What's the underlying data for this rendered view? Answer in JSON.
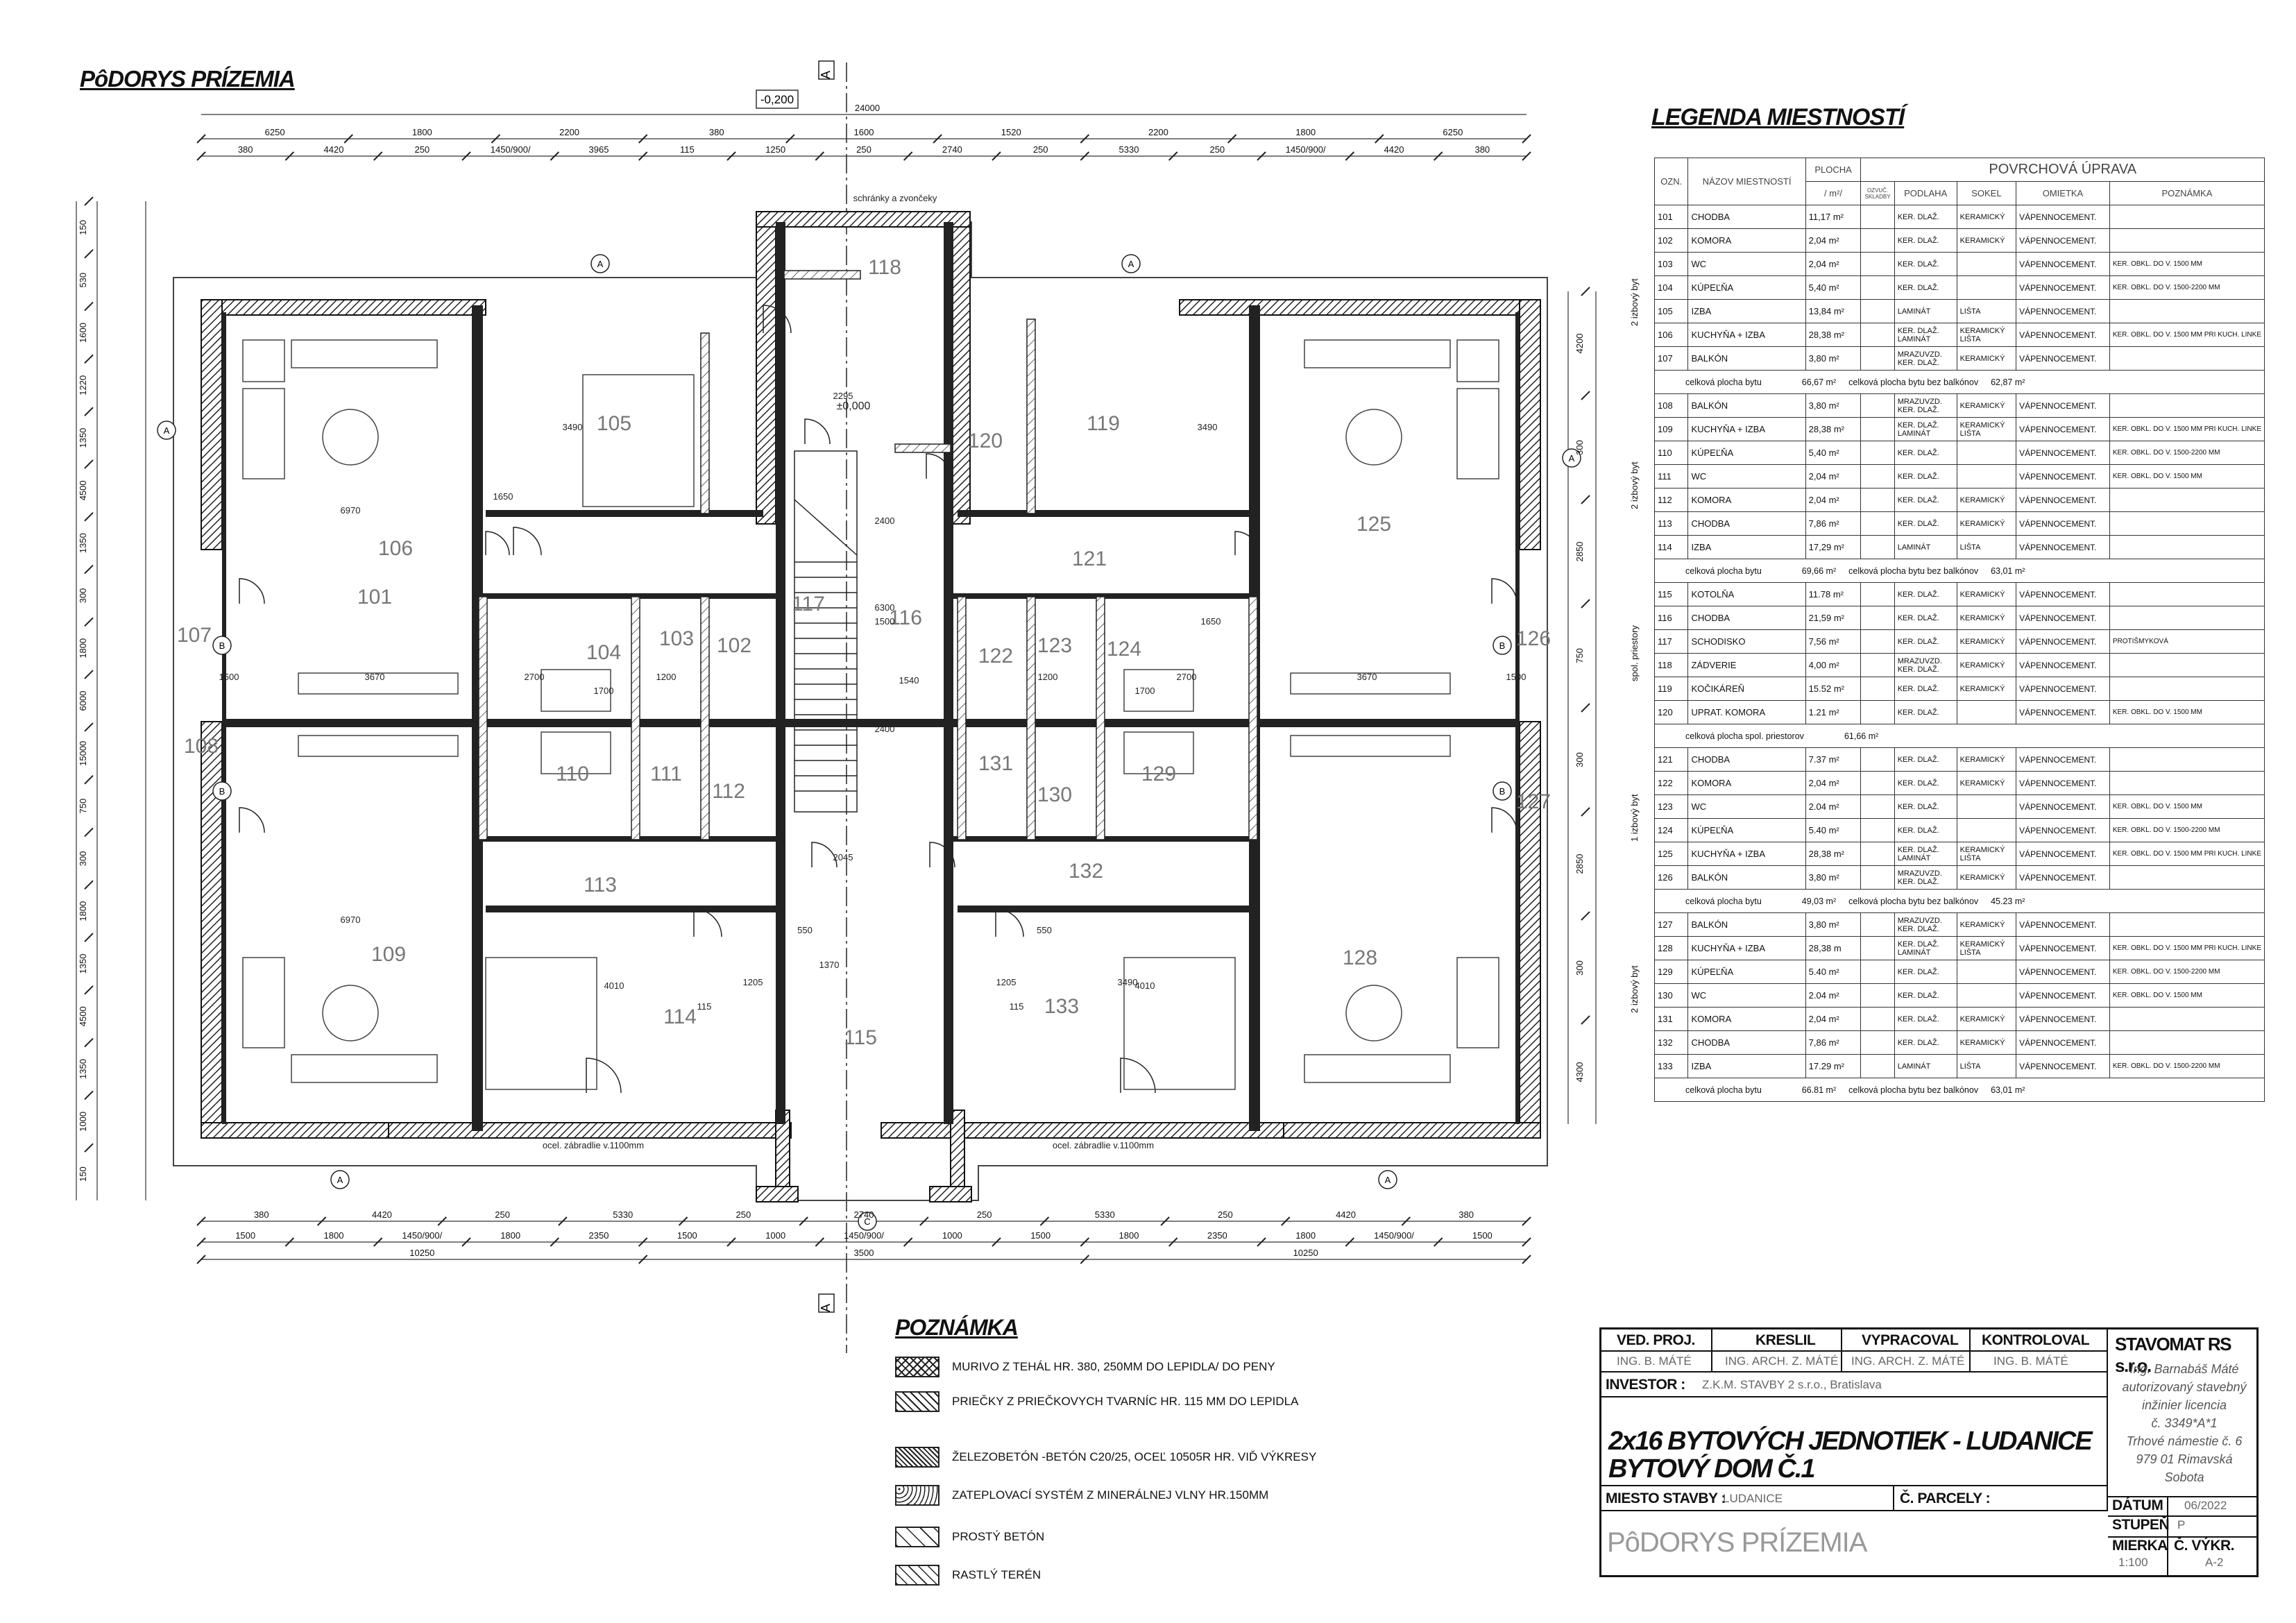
{
  "drawing": {
    "plan_title": "PôDORYS PRÍZEMIA",
    "level_mark": "-0,200",
    "floor_mark": "±0,000",
    "section_marks": [
      "A",
      "A"
    ],
    "axis_letters": [
      "A",
      "A",
      "A",
      "A",
      "A",
      "A",
      "B",
      "B",
      "B",
      "B",
      "C"
    ],
    "rooms": [
      {
        "id": "101",
        "label": "101"
      },
      {
        "id": "102",
        "label": "102"
      },
      {
        "id": "103",
        "label": "103"
      },
      {
        "id": "104",
        "label": "104"
      },
      {
        "id": "105",
        "label": "105"
      },
      {
        "id": "106",
        "label": "106"
      },
      {
        "id": "107",
        "label": "107"
      },
      {
        "id": "108",
        "label": "108"
      },
      {
        "id": "109",
        "label": "109"
      },
      {
        "id": "110",
        "label": "110"
      },
      {
        "id": "111",
        "label": "111"
      },
      {
        "id": "112",
        "label": "112"
      },
      {
        "id": "113",
        "label": "113"
      },
      {
        "id": "114",
        "label": "114"
      },
      {
        "id": "115",
        "label": "115"
      },
      {
        "id": "116",
        "label": "116"
      },
      {
        "id": "117",
        "label": "117"
      },
      {
        "id": "118",
        "label": "118"
      },
      {
        "id": "119",
        "label": "119"
      },
      {
        "id": "120",
        "label": "120"
      },
      {
        "id": "121",
        "label": "121"
      },
      {
        "id": "122",
        "label": "122"
      },
      {
        "id": "123",
        "label": "123"
      },
      {
        "id": "124",
        "label": "124"
      },
      {
        "id": "125",
        "label": "125"
      },
      {
        "id": "126",
        "label": "126"
      },
      {
        "id": "127",
        "label": "127"
      },
      {
        "id": "128",
        "label": "128"
      },
      {
        "id": "129",
        "label": "129"
      },
      {
        "id": "130",
        "label": "130"
      },
      {
        "id": "131",
        "label": "131"
      },
      {
        "id": "132",
        "label": "132"
      },
      {
        "id": "133",
        "label": "133"
      }
    ],
    "dims_top_1": [
      "6250",
      "1800",
      "2200",
      "380",
      "1600",
      "1520",
      "2200",
      "1800",
      "6250"
    ],
    "dims_top_total": "24000",
    "dims_top_2": [
      "380",
      "4420",
      "250",
      "1450/900/",
      "3965",
      "115",
      "1250",
      "250",
      "2740",
      "250",
      "5330",
      "250",
      "1450/900/",
      "4420",
      "380"
    ],
    "dims_bottom_1": [
      "380",
      "4420",
      "250",
      "5330",
      "250",
      "2740",
      "250",
      "5330",
      "250",
      "4420",
      "380"
    ],
    "dims_bottom_2": [
      "1500",
      "1800",
      "1450/900/",
      "1800",
      "2350",
      "1500",
      "1000",
      "1450/900/",
      "1000",
      "1500",
      "1800",
      "2350",
      "1800",
      "1450/900/",
      "1500"
    ],
    "dims_bottom_3": [
      "10250",
      "3500",
      "10250"
    ],
    "dims_left": [
      "150",
      "530",
      "1600",
      "1220",
      "1350",
      "4500",
      "1350",
      "300",
      "1800",
      "6000",
      "15000",
      "750",
      "300",
      "1800",
      "1350",
      "4500",
      "1350",
      "1000",
      "150"
    ],
    "dims_right": [
      "4200",
      "300",
      "2850",
      "750",
      "300",
      "2850",
      "300",
      "4300"
    ],
    "misc_labels": [
      "schránky a zvončeky",
      "1370",
      "2045",
      "2295",
      "2400",
      "6300",
      "1500",
      "1540",
      "2400",
      "ocel. zábradlie v.1100mm",
      "ocel. zábradlie v.1100mm",
      "6970",
      "6970",
      "3490",
      "3490",
      "3490",
      "4010",
      "4010",
      "3670",
      "3670",
      "1650",
      "1650",
      "1500",
      "1500",
      "1700",
      "1700",
      "2700",
      "2700",
      "1200",
      "1200",
      "550",
      "550",
      "1205",
      "1205",
      "115",
      "115"
    ]
  },
  "legend": {
    "title": "LEGENDA MIESTNOSTÍ",
    "headers": {
      "ozn": "OZN.",
      "nazov": "NÁZOV MIESTNOSTÍ",
      "plocha": "PLOCHA",
      "unit": "/ m²/",
      "povrchova": "POVRCHOVÁ ÚPRAVA",
      "ozvuc": "OZVUČ. SKLADBY",
      "podlaha": "PODLAHA",
      "sokel": "SOKEL",
      "omietka": "OMIETKA",
      "poznamka": "POZNÁMKA"
    },
    "groups": [
      {
        "label": "2 izbový byt",
        "rows": [
          [
            "101",
            "CHODBA",
            "11,17 m²",
            "KER. DLAŽ.",
            "KERAMICKÝ",
            "VÁPENNOCEMENT.",
            ""
          ],
          [
            "102",
            "KOMORA",
            "2,04 m²",
            "KER. DLAŽ.",
            "KERAMICKÝ",
            "VÁPENNOCEMENT.",
            ""
          ],
          [
            "103",
            "WC",
            "2,04 m²",
            "KER. DLAŽ.",
            "",
            "VÁPENNOCEMENT.",
            "KER. OBKL. DO V. 1500 MM"
          ],
          [
            "104",
            "KÚPEĽŇA",
            "5,40 m²",
            "KER. DLAŽ.",
            "",
            "VÁPENNOCEMENT.",
            "KER. OBKL. DO V. 1500-2200 MM"
          ],
          [
            "105",
            "IZBA",
            "13,84 m²",
            "LAMINÁT",
            "LIŠTA",
            "VÁPENNOCEMENT.",
            ""
          ],
          [
            "106",
            "KUCHYŇA + IZBA",
            "28,38 m²",
            "KER. DLAŽ. LAMINÁT",
            "KERAMICKÝ LIŠTA",
            "VÁPENNOCEMENT.",
            "KER. OBKL. DO V. 1500 MM PRI KUCH. LINKE"
          ],
          [
            "107",
            "BALKÓN",
            "3,80 m²",
            "MRAZUVZD. KER. DLAŽ.",
            "KERAMICKÝ",
            "VÁPENNOCEMENT.",
            ""
          ]
        ],
        "summary": [
          "celková plocha bytu",
          "66,67 m²",
          "celková plocha bytu bez balkónov",
          "62,87 m²"
        ]
      },
      {
        "label": "2 izbový byt",
        "rows": [
          [
            "108",
            "BALKÓN",
            "3,80 m²",
            "MRAZUVZD. KER. DLAŽ.",
            "KERAMICKÝ",
            "VÁPENNOCEMENT.",
            ""
          ],
          [
            "109",
            "KUCHYŇA + IZBA",
            "28,38 m²",
            "KER. DLAŽ. LAMINÁT",
            "KERAMICKÝ LIŠTA",
            "VÁPENNOCEMENT.",
            "KER. OBKL. DO V. 1500 MM PRI KUCH. LINKE"
          ],
          [
            "110",
            "KÚPEĽŇA",
            "5,40 m²",
            "KER. DLAŽ.",
            "",
            "VÁPENNOCEMENT.",
            "KER. OBKL. DO V. 1500-2200 MM"
          ],
          [
            "111",
            "WC",
            "2,04 m²",
            "KER. DLAŽ.",
            "",
            "VÁPENNOCEMENT.",
            "KER. OBKL. DO V. 1500 MM"
          ],
          [
            "112",
            "KOMORA",
            "2,04 m²",
            "KER. DLAŽ.",
            "KERAMICKÝ",
            "VÁPENNOCEMENT.",
            ""
          ],
          [
            "113",
            "CHODBA",
            "7,86 m²",
            "KER. DLAŽ.",
            "KERAMICKÝ",
            "VÁPENNOCEMENT.",
            ""
          ],
          [
            "114",
            "IZBA",
            "17,29 m²",
            "LAMINÁT",
            "LIŠTA",
            "VÁPENNOCEMENT.",
            ""
          ]
        ],
        "summary": [
          "celková plocha bytu",
          "69,66 m²",
          "celková plocha bytu bez balkónov",
          "63,01 m²"
        ]
      },
      {
        "label": "spol. priestory",
        "rows": [
          [
            "115",
            "KOTOLŇA",
            "11.78 m²",
            "KER. DLAŽ.",
            "KERAMICKÝ",
            "VÁPENNOCEMENT.",
            ""
          ],
          [
            "116",
            "CHODBA",
            "21,59 m²",
            "KER. DLAŽ.",
            "KERAMICKÝ",
            "VÁPENNOCEMENT.",
            ""
          ],
          [
            "117",
            "SCHODISKO",
            "7,56 m²",
            "KER. DLAŽ.",
            "KERAMICKÝ",
            "VÁPENNOCEMENT.",
            "PROTIŠMYKOVÁ"
          ],
          [
            "118",
            "ZÁDVERIE",
            "4,00 m²",
            "MRAZUVZD. KER. DLAŽ.",
            "KERAMICKÝ",
            "VÁPENNOCEMENT.",
            ""
          ],
          [
            "119",
            "KOČIKÁREŇ",
            "15.52 m²",
            "KER. DLAŽ.",
            "KERAMICKÝ",
            "VÁPENNOCEMENT.",
            ""
          ],
          [
            "120",
            "UPRAT. KOMORA",
            "1.21 m²",
            "KER. DLAŽ.",
            "",
            "VÁPENNOCEMENT.",
            "KER. OBKL. DO V. 1500 MM"
          ]
        ],
        "summary": [
          "celková plocha spol. priestorov",
          "61,66 m²",
          "",
          ""
        ]
      },
      {
        "label": "1 izbový byt",
        "rows": [
          [
            "121",
            "CHODBA",
            "7.37 m²",
            "KER. DLAŽ.",
            "KERAMICKÝ",
            "VÁPENNOCEMENT.",
            ""
          ],
          [
            "122",
            "KOMORA",
            "2,04 m²",
            "KER. DLAŽ.",
            "KERAMICKÝ",
            "VÁPENNOCEMENT.",
            ""
          ],
          [
            "123",
            "WC",
            "2.04 m²",
            "KER. DLAŽ.",
            "",
            "VÁPENNOCEMENT.",
            "KER. OBKL. DO V. 1500 MM"
          ],
          [
            "124",
            "KÚPEĽŇA",
            "5.40 m²",
            "KER. DLAŽ.",
            "",
            "VÁPENNOCEMENT.",
            "KER. OBKL. DO V. 1500-2200 MM"
          ],
          [
            "125",
            "KUCHYŇA + IZBA",
            "28,38 m²",
            "KER. DLAŽ. LAMINÁT",
            "KERAMICKÝ LIŠTA",
            "VÁPENNOCEMENT.",
            "KER. OBKL. DO V. 1500 MM PRI KUCH. LINKE"
          ],
          [
            "126",
            "BALKÓN",
            "3,80 m²",
            "MRAZUVZD. KER. DLAŽ.",
            "KERAMICKÝ",
            "VÁPENNOCEMENT.",
            ""
          ]
        ],
        "summary": [
          "celková plocha bytu",
          "49,03 m²",
          "celková plocha bytu bez balkónov",
          "45.23 m²"
        ]
      },
      {
        "label": "2 izbový byt",
        "rows": [
          [
            "127",
            "BALKÓN",
            "3,80 m²",
            "MRAZUVZD. KER. DLAŽ.",
            "KERAMICKÝ",
            "VÁPENNOCEMENT.",
            ""
          ],
          [
            "128",
            "KUCHYŇA + IZBA",
            "28,38 m",
            "KER. DLAŽ. LAMINÁT",
            "KERAMICKÝ LIŠTA",
            "VÁPENNOCEMENT.",
            "KER. OBKL. DO V. 1500 MM PRI KUCH. LINKE"
          ],
          [
            "129",
            "KÚPEĽŇA",
            "5.40 m²",
            "KER. DLAŽ.",
            "",
            "VÁPENNOCEMENT.",
            "KER. OBKL. DO V. 1500-2200 MM"
          ],
          [
            "130",
            "WC",
            "2.04 m²",
            "KER. DLAŽ.",
            "",
            "VÁPENNOCEMENT.",
            "KER. OBKL. DO V. 1500 MM"
          ],
          [
            "131",
            "KOMORA",
            "2,04 m²",
            "KER. DLAŽ.",
            "KERAMICKÝ",
            "VÁPENNOCEMENT.",
            ""
          ],
          [
            "132",
            "CHODBA",
            "7,86 m²",
            "KER. DLAŽ.",
            "KERAMICKÝ",
            "VÁPENNOCEMENT.",
            ""
          ],
          [
            "133",
            "IZBA",
            "17.29 m²",
            "LAMINÁT",
            "LIŠTA",
            "VÁPENNOCEMENT.",
            "KER. OBKL. DO V. 1500-2200 MM"
          ]
        ],
        "summary": [
          "celková plocha bytu",
          "66.81 m²",
          "celková plocha bytu bez balkónov",
          "63,01 m²"
        ]
      }
    ]
  },
  "notes": {
    "title": "POZNÁMKA",
    "items": [
      {
        "pattern": "cross",
        "text": "MURIVO Z TEHÁL HR. 380, 250MM DO LEPIDLA/ DO PENY"
      },
      {
        "pattern": "hatch",
        "text": "PRIEČKY Z PRIEČKOVYCH TVARNÍC HR. 115 MM DO LEPIDLA"
      },
      {
        "pattern": "dense",
        "text": "ŽELEZOBETÓN -BETÓN C20/25, OCEĽ 10505R HR. VIĎ VÝKRESY"
      },
      {
        "pattern": "wave",
        "text": "ZATEPLOVACÍ SYSTÉM Z MINERÁLNEJ VLNY HR.150MM"
      },
      {
        "pattern": "sparse",
        "text": "PROSTÝ BETÓN"
      },
      {
        "pattern": "light",
        "text": "RASTLÝ TERÉN"
      }
    ]
  },
  "title_block": {
    "ved_proj": "VED. PROJ.",
    "kreslil": "KRESLIL",
    "vypracoval": "VYPRACOVAL",
    "kontroloval": "KONTROLOVAL",
    "ved_proj_val": "ING. B. MÁTÉ",
    "kreslil_val": "ING. ARCH. Z. MÁTÉ",
    "vypracoval_val": "ING. ARCH. Z. MÁTÉ",
    "kontroloval_val": "ING. B. MÁTÉ",
    "company": "STAVOMAT RS s.r.o.",
    "company_lines": [
      "Ing. Barnabáš Máté",
      "autorizovaný stavebný",
      "inžinier licencia",
      "č. 3349*A*1",
      "Trhové námestie č. 6",
      "979 01 Rimavská Sobota"
    ],
    "investor_label": "INVESTOR :",
    "investor": "Z.K.M. STAVBY 2 s.r.o., Bratislava",
    "project_line1": "2x16 BYTOVÝCH JEDNOTIEK - LUDANICE",
    "project_line2": "BYTOVÝ DOM Č.1",
    "miesto_label": "MIESTO STAVBY :",
    "miesto": "LUDANICE",
    "parcely_label": "Č. PARCELY :",
    "drawing_name": "PôDORYS PRÍZEMIA",
    "datum_label": "DÁTUM",
    "datum": "06/2022",
    "stupen_label": "STUPEŇ",
    "stupen": "P",
    "mierka_label": "MIERKA",
    "mierka": "1:100",
    "cvykr_label": "Č. VÝKR.",
    "cvykr": "A-2"
  }
}
